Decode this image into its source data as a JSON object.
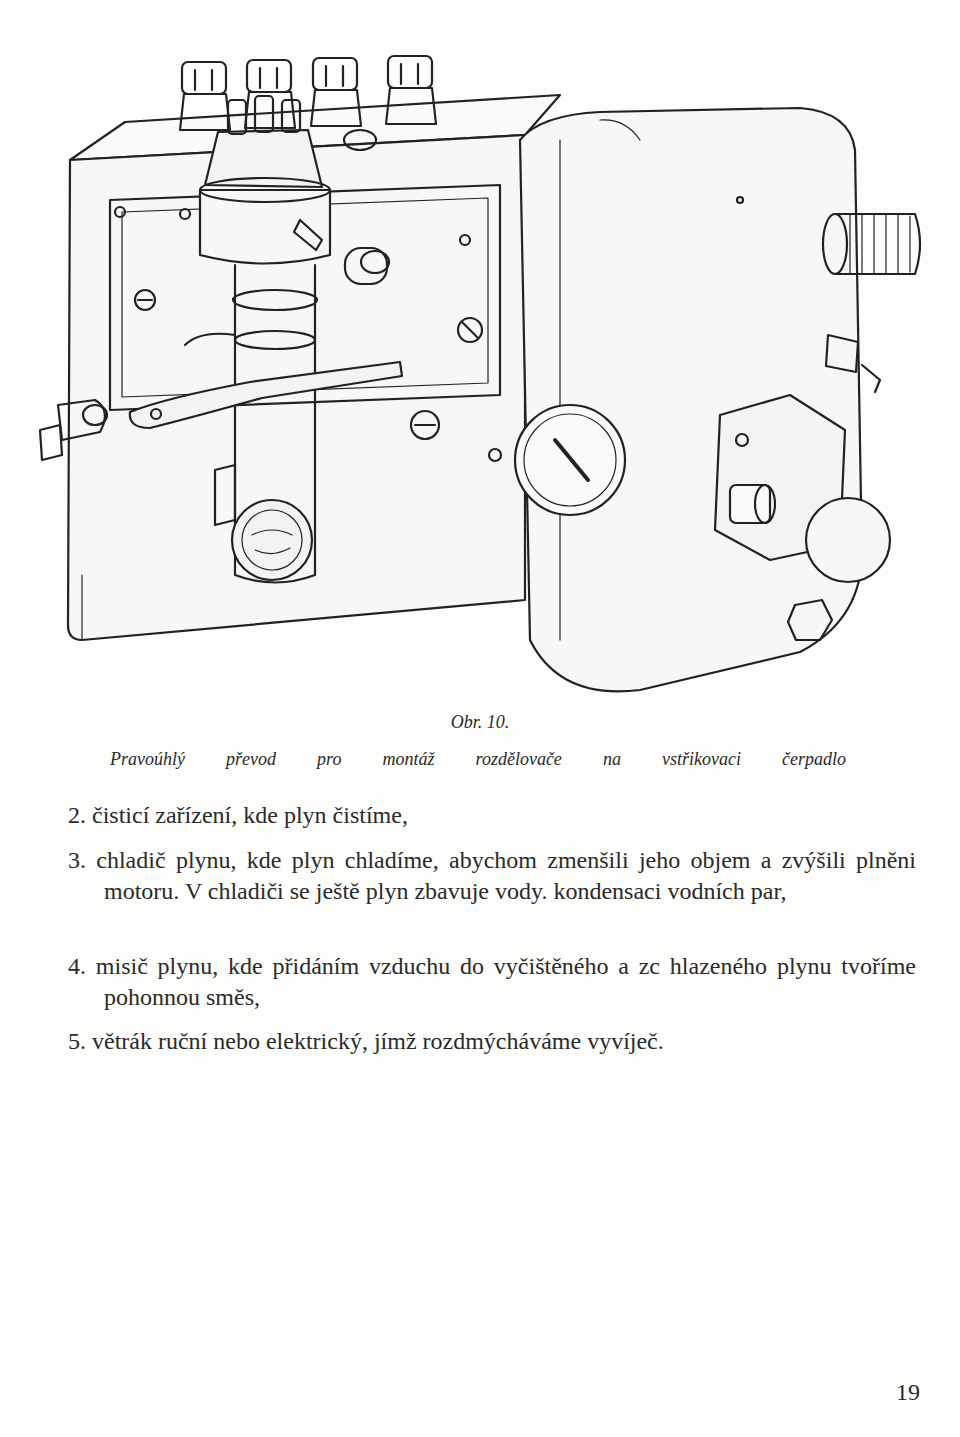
{
  "diagram": {
    "caption": "Pravoúhlý převod pro montáž rozdělovače na vstřikovaci čerpadlo",
    "labels": [
      "Obr. 10.",
      "2. čisticí zařízení, kde plyn čistíme,",
      "3. chladič plynu, kde plyn chladíme, abychom zmenšili jeho objem a zvýšili plněni motoru. V chladiči se ještě plyn zbavuje vody. kondensaci vodních par,",
      "4. misič plynu, kde přidáním vzduchu do vyčištěného a zc hlazeného plynu tvoříme pohonnou směs,",
      "5. větrák ruční nebo elektrický, jímž rozdmýcháváme vyvíječ.",
      "19"
    ]
  }
}
